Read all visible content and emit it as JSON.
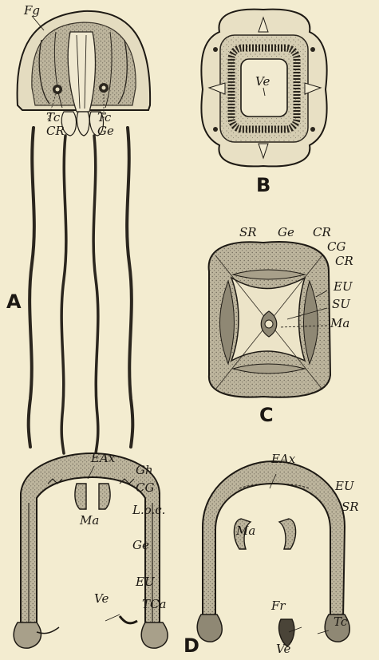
{
  "figure_letters": {
    "a": "A",
    "b": "B",
    "c": "C",
    "d": "D"
  },
  "labels": {
    "a": {
      "fg": "Fg",
      "tc_left": "Tc",
      "cr": "CR",
      "tc_right": "Tc",
      "ge": "Ge"
    },
    "b": {
      "ve": "Ve"
    },
    "c": {
      "sr": "SR",
      "ge": "Ge",
      "cr_top": "CR",
      "cg": "CG",
      "cr_side": "CR",
      "eu": "EU",
      "su": "SU",
      "ma": "Ma"
    },
    "d_left": {
      "eax": "EAx",
      "gh": "Gh",
      "cg": "CG",
      "ma": "Ma",
      "loc": "L.o.c.",
      "ge": "Ge",
      "eu": "EU",
      "ve": "Ve",
      "tca": "TCa"
    },
    "d_right": {
      "eax": "EAx",
      "eu": "EU",
      "sr": "SR",
      "ma": "Ma",
      "fr": "Fr",
      "tc": "Tc",
      "ve": "Ve"
    }
  },
  "colors": {
    "background": "#f3ecd0",
    "ink": "#1e1a14",
    "tissue": "#b9b19a",
    "tissue_dark": "#8f8874",
    "tissue_light": "#d8d0b6"
  }
}
